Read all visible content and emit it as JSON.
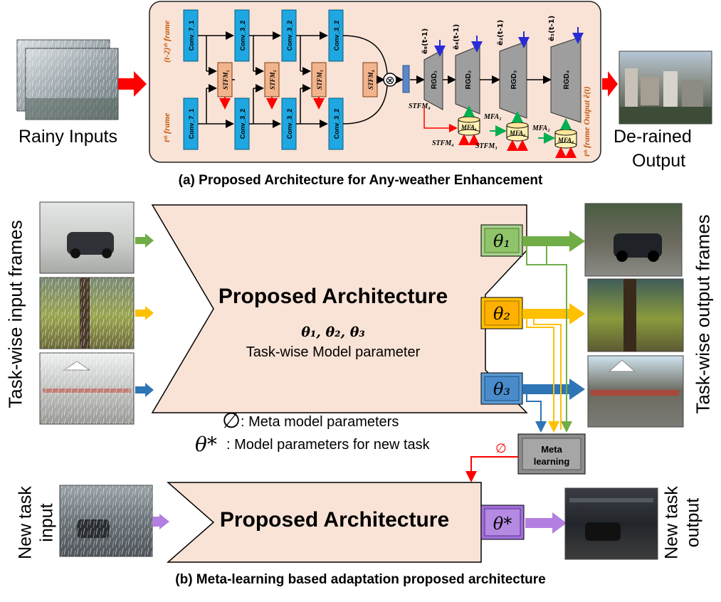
{
  "part_a": {
    "input_label": "Rainy Inputs",
    "output_label_line1": "De-rained",
    "output_label_line2": "Output",
    "caption": "(a) Proposed Architecture for Any-weather Enhancement",
    "frame_top_label": "(t-2)ᵗʰ frame",
    "frame_bottom_label": "tᵗʰ frame",
    "frame_output_label": "tᵗʰ frame Output ẽ(t)",
    "conv_top": [
      "Conv_7_1",
      "Conv_3_2",
      "Conv_3_2",
      "Conv_3_2"
    ],
    "conv_bottom": [
      "Conv_7_1",
      "Conv_3_2",
      "Conv_3_2",
      "Conv_3_2"
    ],
    "stfm": [
      "STFM₁",
      "STFM₂",
      "STFM₃",
      "STFM₄"
    ],
    "rgd": [
      "RGD₁",
      "RGD₂",
      "RGD₃",
      "RGD₄"
    ],
    "rgd_inputs": [
      "ẽ₈(t-1)",
      "ẽ₄(t-1)",
      "ẽ₂(t-1)",
      "ẽ₁(t-1)"
    ],
    "mfa": [
      "MFA₁",
      "MFA₂",
      "MFA₃"
    ],
    "mfa_in_labels": [
      "MFA₁",
      "MFA₂"
    ],
    "stfm4_label": "STFM₄",
    "stfm4_bottom": "STFM₄",
    "stfm3_bottom": "STFM₃",
    "multiply_symbol": "⊗"
  },
  "part_b": {
    "left_label": "Task-wise input frames",
    "right_label": "Task-wise output frames",
    "arch_title": "Proposed Architecture",
    "params_math": "θ₁, θ₂, θ₃",
    "params_desc": "Task-wise Model parameter",
    "theta_boxes": [
      "θ₁",
      "θ₂",
      "θ₃"
    ],
    "meta_symbol": "∅",
    "meta_desc": ": Meta model parameters",
    "theta_star_symbol": "θ*",
    "theta_star_desc": ": Model parameters for new task",
    "meta_box_line1": "Meta",
    "meta_box_line2": "learning",
    "phi_label": "∅",
    "new_task_input_line1": "New task",
    "new_task_input_line2": "input",
    "new_task_output_line1": "New task",
    "new_task_output_line2": "output",
    "new_arch_title": "Proposed Architecture",
    "new_theta": "θ*",
    "caption": "(b) Meta-learning based adaptation proposed architecture"
  },
  "colors": {
    "panel_fill": "#f9e3d6",
    "conv_blue": "#1ea7e1",
    "stfm_fill": "#f2b48c",
    "rgd_gray": "#9e9e9e",
    "mfa_fill": "#fff2b3",
    "arrow_red": "#ff0000",
    "green": "#70ad47",
    "gold": "#ffc000",
    "blue": "#2e75b6",
    "purple": "#b37fe0",
    "theta1": "#a9d18e",
    "theta2": "#ffc000",
    "theta3": "#5b9bd5",
    "theta_star": "#a16fd8",
    "frame_label_orange": "#c55a11"
  }
}
